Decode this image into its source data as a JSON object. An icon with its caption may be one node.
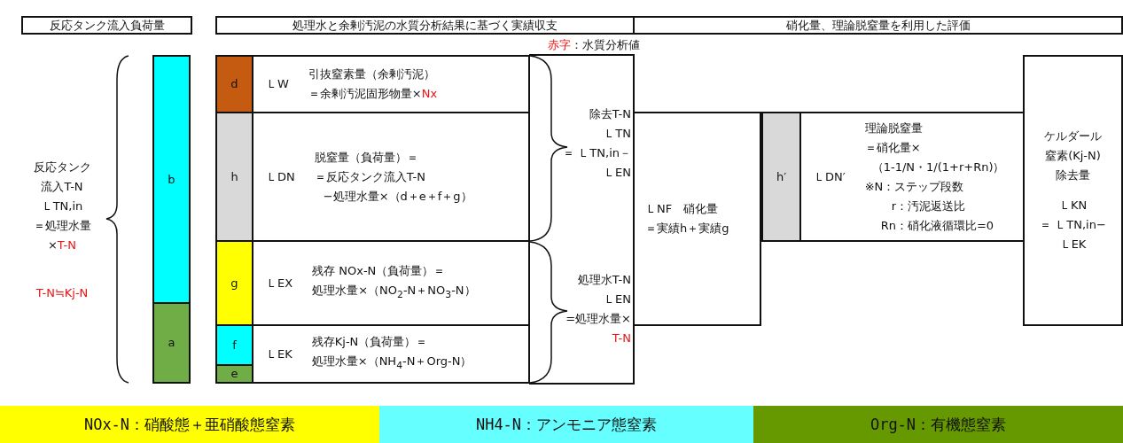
{
  "diagram": {
    "nodes": [
      {
        "text": [
          "反応タンク流入負荷量"
        ]
      },
      {
        "text": [
          "処理水と余剰汚泥の水質分析結果に基づく実績収支"
        ]
      },
      {
        "text": [
          "硝化量、理論脱窒量を利用した評価"
        ]
      },
      {
        "text": [
          "b"
        ]
      },
      {
        "text": [
          "a"
        ]
      },
      {
        "text": [
          "d"
        ]
      },
      {
        "text": [
          "ＬW",
          "引抜窒素量（余剰汚泥）",
          "＝余剰汚泥固形物量×*Nx*"
        ]
      },
      {
        "text": [
          "h"
        ]
      },
      {
        "text": [
          "ＬDN",
          "脱窒量（負荷量）＝",
          "＝反応タンク流入T-N",
          "−処理水量×（d＋e＋f＋g）"
        ]
      },
      {
        "text": [
          "g"
        ]
      },
      {
        "text": [
          "ＬEX",
          "残存 NOx-N（負荷量）＝",
          "処理水量×（NO$_{2}$-N＋NO$_{3}$-N）"
        ]
      },
      {
        "text": [
          "f"
        ]
      },
      {
        "text": [
          "ＬEK",
          "残存Kj-N（負荷量）＝",
          "処理水量×（NH$_{4}$-N＋Org-N）"
        ]
      },
      {
        "text": [
          "e"
        ]
      },
      {
        "text": [
          "ＬNF　硝化量",
          "＝実績h＋実績g"
        ]
      },
      {
        "text": [
          "h′"
        ]
      },
      {
        "text": [
          "ＬDN′",
          "理論脱窒量",
          "＝硝化量×",
          "（1-1/N・1/(1+r+Rn)）",
          "※N：ステップ段数",
          "r：汚泥返送比",
          "Rn：硝化液循環比=0"
        ]
      },
      {
        "text": [
          "ケルダール",
          "窒素(Kj-N)",
          "除去量",
          "ＬKN",
          "＝ ＬTN,in−",
          "ＬEK"
        ]
      }
    ],
    "labels": [
      "*赤字*：水質分析値",
      "反応タンク",
      "流入T-N",
      "ＬTN,in",
      "＝処理水量",
      "×*T-N*",
      "T-N≒Kj-N",
      "除去T-N",
      "ＬTN",
      "＝ ＬTN,in－",
      "ＬEN",
      "処理水T-N",
      "ＬEN",
      "=処理水量×",
      "*T-N*"
    ],
    "legend": [
      {
        "text": "NOx-N：硝酸態＋亜硝酸態窒素",
        "color": "#ffff00"
      },
      {
        "text": "NH4-N：アンモニア態窒素",
        "color": "#66ffff"
      },
      {
        "text": "Org-N：有機態窒素",
        "color": "#669900"
      }
    ]
  }
}
